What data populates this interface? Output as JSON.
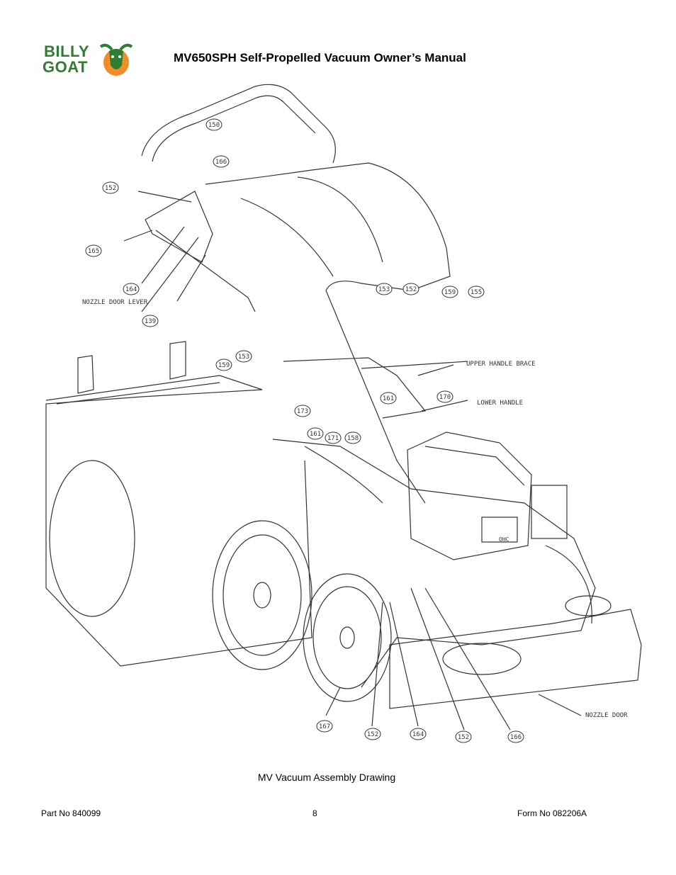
{
  "header": {
    "logo_line1": "BILLY",
    "logo_line2": "GOAT",
    "title": "MV650SPH Self-Propelled Vacuum Owner’s Manual"
  },
  "colors": {
    "logo_green": "#2e7d32",
    "logo_orange": "#f28c28",
    "line": "#333333"
  },
  "drawing": {
    "callouts": [
      "150",
      "166",
      "152",
      "165",
      "164",
      "139",
      "153",
      "152",
      "159",
      "155",
      "159",
      "153",
      "173",
      "161",
      "171",
      "158",
      "161",
      "170",
      "167",
      "152",
      "164",
      "152",
      "166"
    ],
    "labels": {
      "nozzle_door_lever": "NOZZLE DOOR LEVER",
      "upper_handle_brace": "UPPER HANDLE BRACE",
      "lower_handle": "LOWER HANDLE",
      "nozzle_door": "NOZZLE DOOR",
      "engine_badge": "OHC"
    }
  },
  "caption": "MV Vacuum Assembly Drawing",
  "footer": {
    "left": "Part No 840099",
    "center": "8",
    "right": "Form No 082206A"
  }
}
